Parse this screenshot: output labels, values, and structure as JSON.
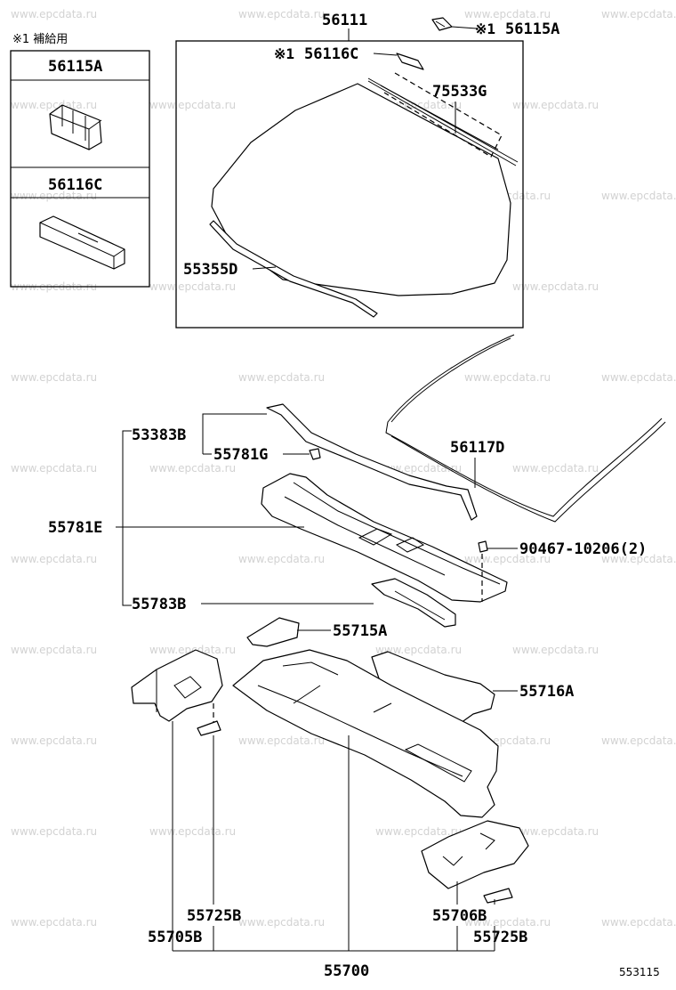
{
  "watermark": "www.epcdata.ru",
  "note_symbol": "※1",
  "note": {
    "text": "※1 補給用"
  },
  "figure_number": "553115",
  "inset_parts": [
    {
      "label": "56115A"
    },
    {
      "label": "56116C"
    }
  ],
  "windshield": {
    "group": "56111",
    "callouts": [
      {
        "label": "56115A",
        "marked": true
      },
      {
        "label": "56116C",
        "marked": true
      },
      {
        "label": "75533G"
      },
      {
        "label": "55355D"
      }
    ]
  },
  "cowl": {
    "labels": {
      "p53383B": "53383B",
      "p55781G": "55781G",
      "p56117D": "56117D",
      "p55781E": "55781E",
      "p90467": "90467-10206(2)",
      "p55783B": "55783B",
      "p55715A": "55715A",
      "p55716A": "55716A",
      "p55725B_left": "55725B",
      "p55706B": "55706B",
      "p55705B": "55705B",
      "p55725B_right": "55725B",
      "p55700": "55700"
    }
  }
}
